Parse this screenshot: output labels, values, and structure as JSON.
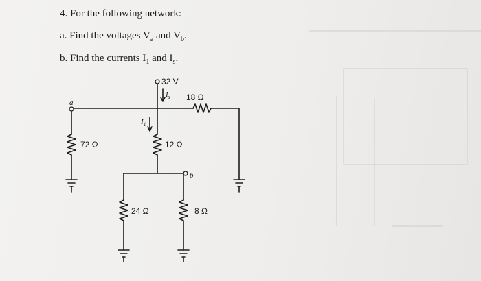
{
  "question": {
    "title": "4. For the following network:",
    "part_a": {
      "prefix": "a. Find the voltages V",
      "sub1": "a",
      "mid": " and V",
      "sub2": "b",
      "suffix": "."
    },
    "part_b": {
      "prefix": "b. Find the currents I",
      "sub1": "1",
      "mid": " and I",
      "sub2": "s",
      "suffix": "."
    }
  },
  "circuit": {
    "source_voltage": "32 V",
    "node_a": "a",
    "node_b": "b",
    "current_s": "I",
    "current_s_sub": "s",
    "current_1": "I",
    "current_1_sub": "1",
    "resistors": {
      "r72": "72 Ω",
      "r18": "18 Ω",
      "r12": "12 Ω",
      "r24": "24 Ω",
      "r8": "8 Ω"
    }
  },
  "colors": {
    "ink": "#1e1e1e",
    "paper": "#f2f1ef"
  }
}
